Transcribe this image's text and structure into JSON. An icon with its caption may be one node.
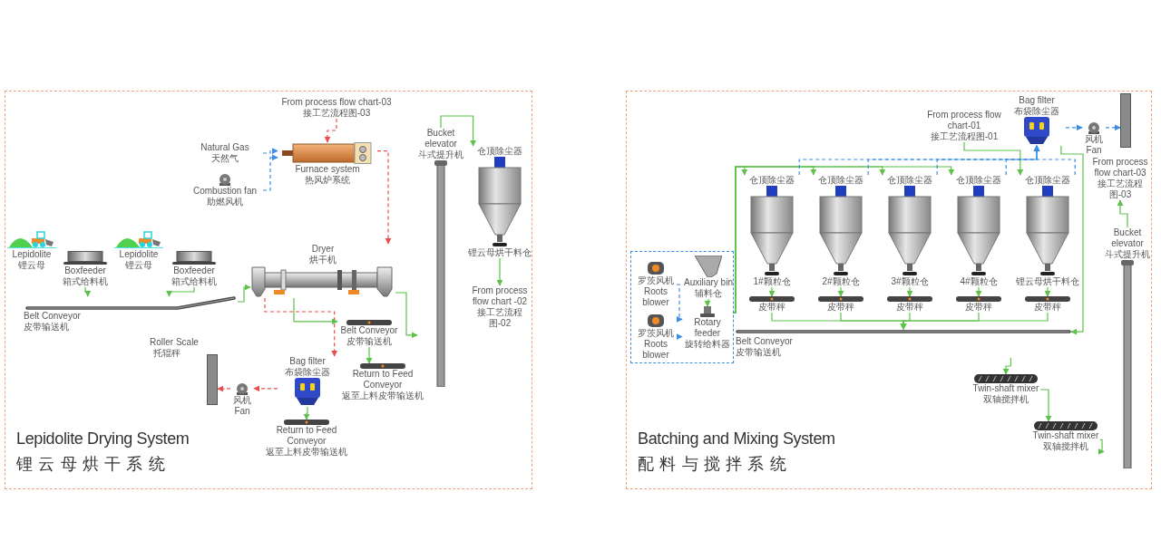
{
  "diagram": {
    "nodes": [
      {
        "text": [
          "Lepidolite Drying System",
          "锂云母烘干系统"
        ]
      },
      {
        "text": [
          "Lepidolite",
          "锂云母"
        ],
        "in": 0
      },
      {
        "text": [
          "Boxfeeder",
          "箱式给料机"
        ],
        "in": 0
      },
      {
        "text": [
          "Lepidolite",
          "锂云母"
        ],
        "in": 0
      },
      {
        "text": [
          "Boxfeeder",
          "箱式给料机"
        ],
        "in": 0
      },
      {
        "text": [
          "Belt Conveyor",
          "皮带输送机"
        ],
        "in": 0
      },
      {
        "text": [
          "From process flow chart-03",
          "接工艺流程图-03"
        ],
        "in": 0
      },
      {
        "text": [
          "Furnace system",
          "热风炉系统"
        ],
        "in": 0
      },
      {
        "text": [
          "Natural Gas",
          "天然气"
        ],
        "in": 0
      },
      {
        "text": [
          "Combustion fan",
          "助燃风机"
        ],
        "in": 0
      },
      {
        "text": [
          "Dryer",
          "烘干机"
        ],
        "in": 0
      },
      {
        "text": [],
        "shape": "chimney",
        "in": 0
      },
      {
        "text": [
          "风机",
          "Fan"
        ],
        "in": 0
      },
      {
        "text": [
          "Bag filter",
          "布袋除尘器"
        ],
        "in": 0
      },
      {
        "text": [
          "Return to Feed Conveyor",
          "返至上料皮带输送机"
        ],
        "in": 0
      },
      {
        "text": [
          "Belt Conveyor",
          "皮带输送机"
        ],
        "in": 0
      },
      {
        "text": [
          "Return to Feed Conveyor",
          "返至上料皮带输送机"
        ],
        "in": 0
      },
      {
        "text": [
          "Bucket elevator",
          "斗式提升机"
        ],
        "in": 0
      },
      {
        "text": [
          "仓顶除尘器",
          "锂云母烘干料仓"
        ],
        "in": 0
      },
      {
        "text": [
          "From process flow chart -02",
          "接工艺流程图-02"
        ],
        "in": 0
      },
      {
        "text": [
          "Batching and Mixing System",
          "配料与搅拌系统"
        ]
      },
      {
        "text": [],
        "shape": "box",
        "in": 20
      },
      {
        "text": [
          "罗茨风机",
          "Roots blower"
        ],
        "in": 21
      },
      {
        "text": [
          "罗茨风机",
          "Roots blower"
        ],
        "in": 21
      },
      {
        "text": [
          "Auxiliary bin",
          "辅料仓"
        ],
        "in": 21
      },
      {
        "text": [
          "Rotary feeder",
          "旋转给料器"
        ],
        "in": 21
      },
      {
        "text": [
          "From process flow chart-01",
          "接工艺流程图-01"
        ],
        "in": 20
      },
      {
        "text": [
          "仓顶除尘器",
          "1#颗粒仓"
        ],
        "in": 20
      },
      {
        "text": [
          "仓顶除尘器",
          "2#颗粒仓"
        ],
        "in": 20
      },
      {
        "text": [
          "仓顶除尘器",
          "3#颗粒仓"
        ],
        "in": 20
      },
      {
        "text": [
          "仓顶除尘器",
          "4#颗粒仓"
        ],
        "in": 20
      },
      {
        "text": [
          "仓顶除尘器",
          "锂云母烘干料仓"
        ],
        "in": 20
      },
      {
        "text": [
          "皮带秤"
        ],
        "in": 20
      },
      {
        "text": [
          "皮带秤"
        ],
        "in": 20
      },
      {
        "text": [
          "皮带秤"
        ],
        "in": 20
      },
      {
        "text": [
          "皮带秤"
        ],
        "in": 20
      },
      {
        "text": [
          "皮带秤"
        ],
        "in": 20
      },
      {
        "text": [
          "Bag filter",
          "布袋除尘器"
        ],
        "in": 20
      },
      {
        "text": [
          "风机",
          "Fan"
        ],
        "in": 20
      },
      {
        "text": [],
        "shape": "chimney",
        "in": 20
      },
      {
        "text": [
          "Belt Conveyor",
          "皮带输送机"
        ],
        "in": 20
      },
      {
        "text": [
          "Twin-shaft mixer",
          "双轴搅拌机"
        ],
        "in": 20
      },
      {
        "text": [
          "Twin-shaft mixer",
          "双轴搅拌机"
        ],
        "in": 20
      },
      {
        "text": [
          "Bucket elevator",
          "斗式提升机"
        ],
        "in": 20
      },
      {
        "text": [
          "From process flow chart-03",
          "接工艺流程图-03"
        ],
        "in": 20
      }
    ],
    "edges": [
      {
        "from": 2,
        "to": 5,
        "arrow": "to"
      },
      {
        "from": 4,
        "to": 5,
        "arrow": "to"
      },
      {
        "from": 5,
        "to": 10,
        "arrow": "to"
      },
      {
        "from": 6,
        "to": 7,
        "arrow": "to",
        "style": "dashed",
        "color": "#e8504f"
      },
      {
        "from": 8,
        "to": 7,
        "arrow": "to",
        "style": "dashed",
        "color": "#3a8ee6"
      },
      {
        "from": 9,
        "to": 7,
        "arrow": "to",
        "style": "dashed",
        "color": "#3a8ee6"
      },
      {
        "from": 7,
        "to": 10,
        "arrow": "to",
        "style": "dashed",
        "color": "#e8504f"
      },
      {
        "from": 10,
        "to": 13,
        "arrow": "to",
        "style": "dashed",
        "color": "#e8504f"
      },
      {
        "from": 13,
        "to": 12,
        "arrow": "to",
        "style": "dashed",
        "color": "#e8504f"
      },
      {
        "from": 12,
        "to": 11,
        "arrow": "to",
        "style": "dashed",
        "color": "#e8504f"
      },
      {
        "from": 13,
        "to": 14,
        "arrow": "to"
      },
      {
        "from": 10,
        "to": 15,
        "arrow": "to"
      },
      {
        "from": 15,
        "to": 16,
        "arrow": "to"
      },
      {
        "from": 10,
        "to": 17,
        "arrow": "to"
      },
      {
        "from": 17,
        "to": 18,
        "arrow": "to"
      },
      {
        "from": 18,
        "to": 19,
        "arrow": "to"
      },
      {
        "from": 22,
        "to": 25,
        "arrow": "to",
        "style": "dashed",
        "color": "#3a8ee6"
      },
      {
        "from": 23,
        "to": 25,
        "arrow": "to",
        "style": "dashed",
        "color": "#3a8ee6"
      },
      {
        "from": 24,
        "to": 25,
        "arrow": "to"
      },
      {
        "from": 25,
        "to": 27,
        "arrow": "to"
      },
      {
        "from": 25,
        "to": 28,
        "arrow": "to"
      },
      {
        "from": 25,
        "to": 29,
        "arrow": "to"
      },
      {
        "from": 25,
        "to": 30,
        "arrow": "to"
      },
      {
        "from": 26,
        "to": 31,
        "arrow": "to"
      },
      {
        "from": 27,
        "to": 32,
        "arrow": "to"
      },
      {
        "from": 28,
        "to": 33,
        "arrow": "to"
      },
      {
        "from": 29,
        "to": 34,
        "arrow": "to"
      },
      {
        "from": 30,
        "to": 35,
        "arrow": "to"
      },
      {
        "from": 31,
        "to": 36,
        "arrow": "to"
      },
      {
        "from": 32,
        "to": 40,
        "arrow": "to"
      },
      {
        "from": 33,
        "to": 40,
        "arrow": "to"
      },
      {
        "from": 34,
        "to": 40,
        "arrow": "to"
      },
      {
        "from": 35,
        "to": 40,
        "arrow": "to"
      },
      {
        "from": 36,
        "to": 40,
        "arrow": "to"
      },
      {
        "from": 27,
        "to": 37,
        "arrow": "to",
        "style": "dashed",
        "color": "#3a8ee6"
      },
      {
        "from": 28,
        "to": 37,
        "arrow": "to",
        "style": "dashed",
        "color": "#3a8ee6"
      },
      {
        "from": 29,
        "to": 37,
        "arrow": "to",
        "style": "dashed",
        "color": "#3a8ee6"
      },
      {
        "from": 30,
        "to": 37,
        "arrow": "to",
        "style": "dashed",
        "color": "#3a8ee6"
      },
      {
        "from": 31,
        "to": 37,
        "arrow": "to",
        "style": "dashed",
        "color": "#3a8ee6"
      },
      {
        "from": 37,
        "to": 38,
        "arrow": "to",
        "style": "dashed",
        "color": "#3a8ee6"
      },
      {
        "from": 38,
        "to": 39,
        "arrow": "to",
        "style": "dashed",
        "color": "#3a8ee6"
      },
      {
        "from": 37,
        "to": 40,
        "arrow": "to"
      },
      {
        "from": 40,
        "to": 41,
        "arrow": "to"
      },
      {
        "from": 41,
        "to": 42,
        "arrow": "to"
      },
      {
        "from": 42,
        "to": 43,
        "arrow": "to"
      },
      {
        "from": 43,
        "to": 44,
        "arrow": "to"
      }
    ],
    "labels": [
      "Roller Scale",
      "托辊秤"
    ]
  }
}
